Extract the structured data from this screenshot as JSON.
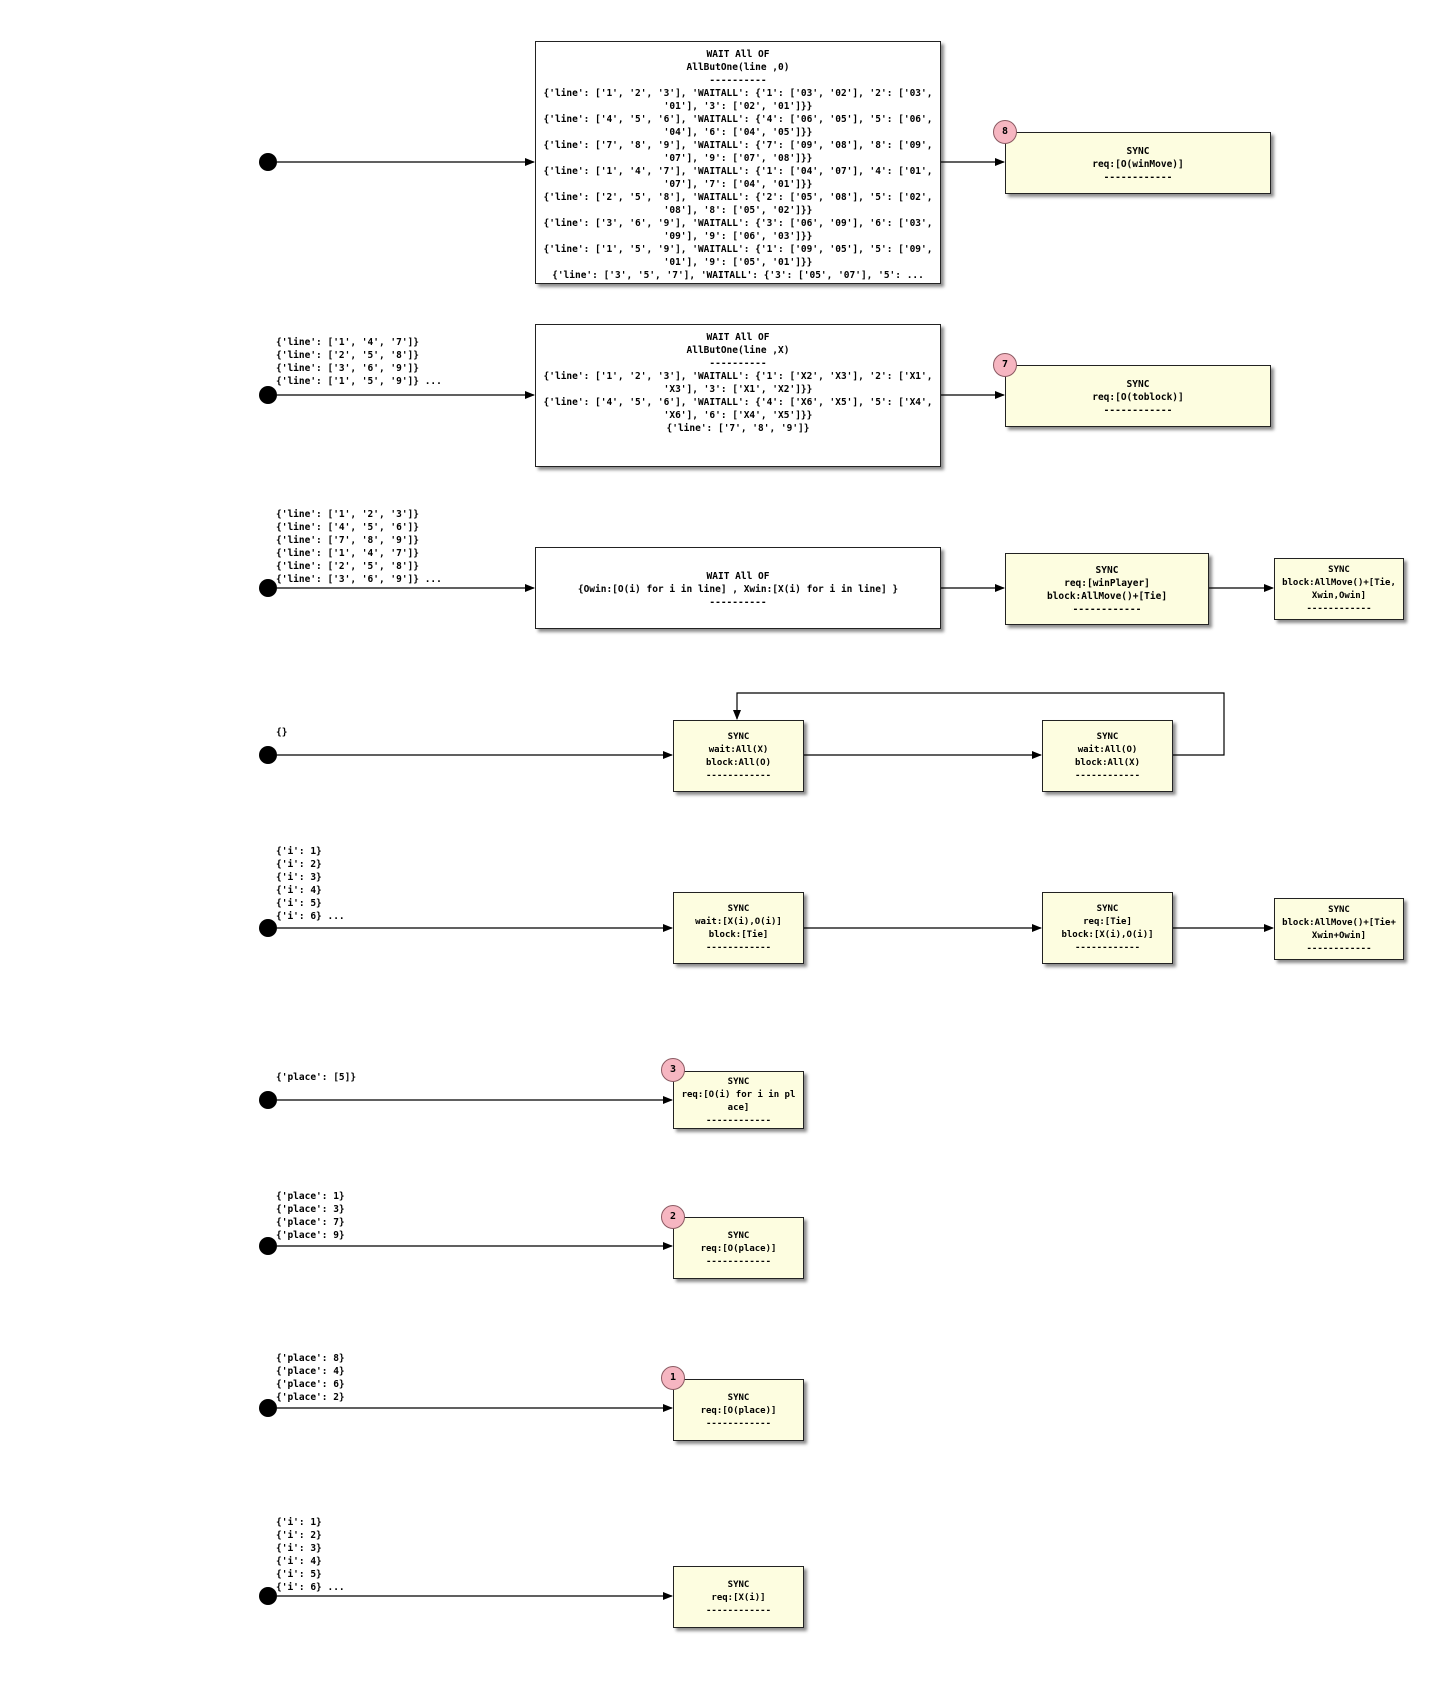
{
  "rows": [
    {
      "id": "row1",
      "labels": [],
      "nodes": [
        {
          "kind": "wait",
          "lines": [
            "WAIT All  OF",
            "AllButOne(line ,0)",
            "----------"
          ],
          "wrapped": [
            "{'line': ['1', '2', '3'], 'WAITALL': {'1': ['03', '02'], '2': ['03', '01'], '3': ['02', '01']}}",
            "{'line': ['4', '5', '6'], 'WAITALL': {'4': ['06', '05'], '5': ['06', '04'], '6': ['04', '05']}}",
            "{'line': ['7', '8', '9'], 'WAITALL': {'7': ['09', '08'], '8': ['09', '07'], '9': ['07', '08']}}",
            "{'line': ['1', '4', '7'], 'WAITALL': {'1': ['04', '07'], '4': ['01', '07'], '7': ['04', '01']}}",
            "{'line': ['2', '5', '8'], 'WAITALL': {'2': ['05', '08'], '5': ['02', '08'], '8': ['05', '02']}}",
            "{'line': ['3', '6', '9'], 'WAITALL': {'3': ['06', '09'], '6': ['03', '09'], '9': ['06', '03']}}",
            "{'line': ['1', '5', '9'], 'WAITALL': {'1': ['09', '05'], '5': ['09', '01'], '9': ['05', '01']}}"
          ],
          "tail": "{'line': ['3', '5', '7'], 'WAITALL': {'3': ['05', '07'], '5':  ..."
        },
        {
          "kind": "sync",
          "badge": "8",
          "lines": [
            "SYNC",
            "req:[O(winMove)]",
            "------------"
          ]
        }
      ]
    },
    {
      "id": "row2",
      "labels": [
        "{'line': ['1', '4', '7']}",
        "{'line': ['2', '5', '8']}",
        "{'line': ['3', '6', '9']}",
        "{'line': ['1', '5', '9']} ..."
      ],
      "nodes": [
        {
          "kind": "wait",
          "lines": [
            "WAIT All  OF",
            "AllButOne(line ,X)",
            "----------"
          ],
          "wrapped": [
            "{'line': ['1', '2', '3'], 'WAITALL': {'1': ['X2', 'X3'], '2': ['X1', 'X3'], '3': ['X1', 'X2']}}",
            "{'line': ['4', '5', '6'], 'WAITALL': {'4': ['X6', 'X5'], '5': ['X4', 'X6'], '6': ['X4', 'X5']}}"
          ],
          "tail": "{'line': ['7', '8', '9']}"
        },
        {
          "kind": "sync",
          "badge": "7",
          "lines": [
            "SYNC",
            "req:[O(toblock)]",
            "------------"
          ]
        }
      ]
    },
    {
      "id": "row3",
      "labels": [
        "{'line': ['1', '2', '3']}",
        "{'line': ['4', '5', '6']}",
        "{'line': ['7', '8', '9']}",
        "{'line': ['1', '4', '7']}",
        "{'line': ['2', '5', '8']}",
        "{'line': ['3', '6', '9']} ..."
      ],
      "nodes": [
        {
          "kind": "wait",
          "lines": [
            "WAIT All  OF",
            "{Owin:[O(i) for i in line] , Xwin:[X(i) for i in line] }",
            "----------"
          ]
        },
        {
          "kind": "sync",
          "lines": [
            "SYNC",
            "req:[winPlayer]",
            "block:AllMove()+[Tie]",
            "------------"
          ]
        },
        {
          "kind": "sync",
          "lines": [
            "SYNC",
            "block:AllMove()+[Tie,",
            "Xwin,Owin]",
            "------------"
          ]
        }
      ]
    },
    {
      "id": "row4",
      "labels": [
        "{}"
      ],
      "nodes": [
        {
          "kind": "sync",
          "lines": [
            "SYNC",
            "wait:All(X)",
            "block:All(O)",
            "------------"
          ]
        },
        {
          "kind": "sync",
          "lines": [
            "SYNC",
            "wait:All(O)",
            "block:All(X)",
            "------------"
          ]
        }
      ]
    },
    {
      "id": "row5",
      "labels": [
        "{'i': 1}",
        "{'i': 2}",
        "{'i': 3}",
        "{'i': 4}",
        "{'i': 5}",
        "{'i': 6} ..."
      ],
      "nodes": [
        {
          "kind": "sync",
          "lines": [
            "SYNC",
            "wait:[X(i),O(i)]",
            "block:[Tie]",
            "------------"
          ]
        },
        {
          "kind": "sync",
          "lines": [
            "SYNC",
            "req:[Tie]",
            "block:[X(i),O(i)]",
            "------------"
          ]
        },
        {
          "kind": "sync",
          "lines": [
            "SYNC",
            "block:AllMove()+[Tie+",
            "Xwin+Owin]",
            "------------"
          ]
        }
      ]
    },
    {
      "id": "row6",
      "labels": [
        "{'place': [5]}"
      ],
      "nodes": [
        {
          "kind": "sync",
          "badge": "3",
          "lines": [
            "SYNC",
            "req:[O(i) for i in pl",
            "ace]",
            "------------"
          ]
        }
      ]
    },
    {
      "id": "row7",
      "labels": [
        "{'place': 1}",
        "{'place': 3}",
        "{'place': 7}",
        "{'place': 9}"
      ],
      "nodes": [
        {
          "kind": "sync",
          "badge": "2",
          "lines": [
            "SYNC",
            "req:[O(place)]",
            "------------"
          ]
        }
      ]
    },
    {
      "id": "row8",
      "labels": [
        "{'place': 8}",
        "{'place': 4}",
        "{'place': 6}",
        "{'place': 2}"
      ],
      "nodes": [
        {
          "kind": "sync",
          "badge": "1",
          "lines": [
            "SYNC",
            "req:[O(place)]",
            "------------"
          ]
        }
      ]
    },
    {
      "id": "row9",
      "labels": [
        "{'i': 1}",
        "{'i': 2}",
        "{'i': 3}",
        "{'i': 4}",
        "{'i': 5}",
        "{'i': 6} ..."
      ],
      "nodes": [
        {
          "kind": "sync",
          "lines": [
            "SYNC",
            "req:[X(i)]",
            "------------"
          ]
        }
      ]
    }
  ]
}
